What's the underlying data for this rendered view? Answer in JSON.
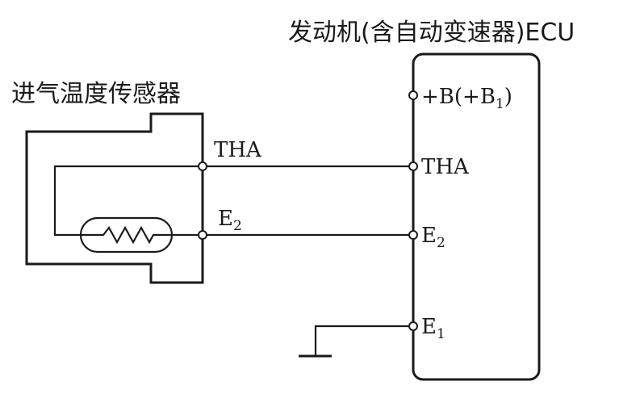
{
  "sensor": {
    "title": "进气温度传感器",
    "pin_tha": "THA",
    "pin_e2_main": "E",
    "pin_e2_sub": "2"
  },
  "ecu": {
    "title": "发动机(含自动变速器)ECU",
    "pin_b_prefix": "+B(+B",
    "pin_b_sub": "1",
    "pin_b_suffix": ")",
    "pin_tha": "THA",
    "pin_e2_main": "E",
    "pin_e2_sub": "2",
    "pin_e1_main": "E",
    "pin_e1_sub": "1"
  }
}
